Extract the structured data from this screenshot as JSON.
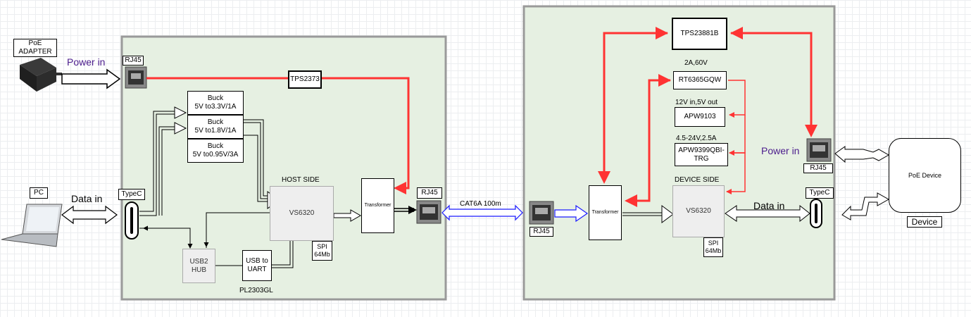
{
  "poe_adapter": "PoE\nADAPTER",
  "power_in_left": "Power in",
  "rj45_left_top": "RJ45",
  "tps2373": "TPS2373",
  "buck_33": "Buck\n5V to3.3V/1A",
  "buck_18": "Buck\n5V to1.8V/1A",
  "buck_095": "Buck\n5V to0.95V/3A",
  "pc": "PC",
  "data_in_left": "Data in",
  "typec_left": "TypeC",
  "host_side": "HOST SIDE",
  "vs6320_host": "VS6320",
  "transformer_host": "Transformer",
  "rj45_host_out": "RJ45",
  "spi_host": "SPI\n64Mb",
  "usb2_hub": "USB2\nHUB",
  "usb_to_uart": "USB to\nUART",
  "pl2303gl": "PL2303GL",
  "cat6a": "CAT6A 100m",
  "rj45_device_in": "RJ45",
  "tps23881b": "TPS23881B",
  "rt_spec": "2A,60V",
  "rt6365": "RT6365GQW",
  "apw9103_spec": "12V in,5V out",
  "apw9103": "APW9103",
  "apw9399_spec": "4.5-24V,2.5A",
  "apw9399": "APW9399QBI-\nTRG",
  "device_side": "DEVICE SIDE",
  "transformer_device": "Transformer",
  "vs6320_device": "VS6320",
  "spi_device": "SPI\n64Mb",
  "data_in_right": "Data in",
  "typec_right": "TypeC",
  "power_in_right": "Power in",
  "rj45_right": "RJ45",
  "poe_device": "PoE Device",
  "device": "Device",
  "colors": {
    "power": "#ff3333",
    "ethernet": "#1a1aff",
    "panel": "#e6f0e2",
    "panel_border": "#9a9a9a",
    "label_purple": "#4b1c8c"
  }
}
